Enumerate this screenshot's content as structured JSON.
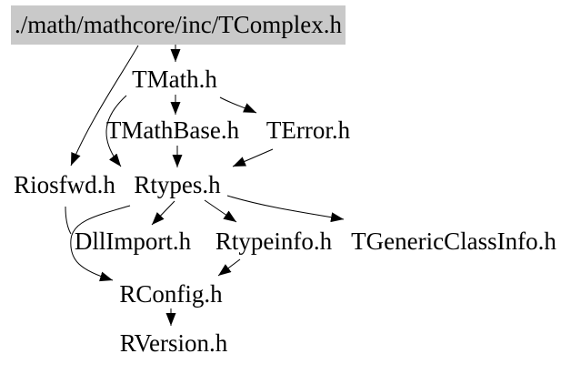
{
  "diagram": {
    "type": "include-dependency-graph",
    "nodes": {
      "tcomplex": {
        "label": "./math/mathcore/inc/TComplex.h",
        "highlighted": true
      },
      "tmath": {
        "label": "TMath.h"
      },
      "tmathbase": {
        "label": "TMathBase.h"
      },
      "terror": {
        "label": "TError.h"
      },
      "riosfwd": {
        "label": "Riosfwd.h"
      },
      "rtypes": {
        "label": "Rtypes.h"
      },
      "dllimport": {
        "label": "DllImport.h"
      },
      "rtypeinfo": {
        "label": "Rtypeinfo.h"
      },
      "tgenericclassinfo": {
        "label": "TGenericClassInfo.h"
      },
      "rconfig": {
        "label": "RConfig.h"
      },
      "rversion": {
        "label": "RVersion.h"
      }
    },
    "edges": [
      {
        "from": "tcomplex",
        "to": "tmath"
      },
      {
        "from": "tcomplex",
        "to": "riosfwd"
      },
      {
        "from": "tmath",
        "to": "tmathbase"
      },
      {
        "from": "tmath",
        "to": "terror"
      },
      {
        "from": "tmath",
        "to": "rtypes"
      },
      {
        "from": "tmathbase",
        "to": "rtypes"
      },
      {
        "from": "terror",
        "to": "rtypes"
      },
      {
        "from": "rtypes",
        "to": "dllimport"
      },
      {
        "from": "rtypes",
        "to": "rtypeinfo"
      },
      {
        "from": "rtypes",
        "to": "tgenericclassinfo"
      },
      {
        "from": "rtypes",
        "to": "rconfig"
      },
      {
        "from": "riosfwd",
        "to": "rconfig"
      },
      {
        "from": "rtypeinfo",
        "to": "rconfig"
      },
      {
        "from": "rconfig",
        "to": "rversion"
      }
    ],
    "colors": {
      "background": "#ffffff",
      "highlight_node_bg": "#c9c9c9",
      "edge": "#000000",
      "text": "#000000"
    }
  }
}
